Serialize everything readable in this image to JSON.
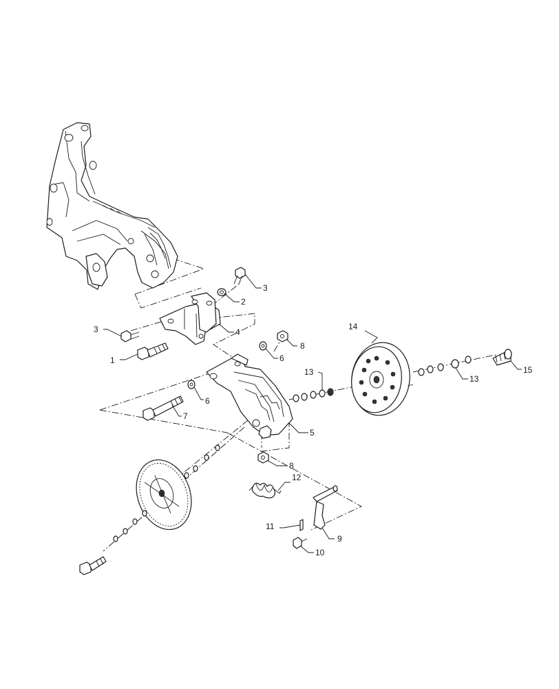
{
  "callouts": {
    "c1": "1",
    "c2": "2",
    "c3a": "3",
    "c3b": "3",
    "c4": "4",
    "c5": "5",
    "c6a": "6",
    "c6b": "6",
    "c7": "7",
    "c8a": "8",
    "c8b": "8",
    "c9": "9",
    "c10": "10",
    "c11": "11",
    "c12": "12",
    "c13a": "13",
    "c13b": "13",
    "c14": "14",
    "c15": "15"
  }
}
